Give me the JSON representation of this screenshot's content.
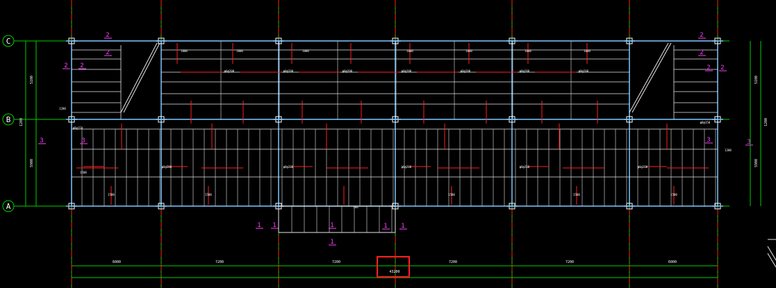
{
  "drawing": {
    "background": "#000000",
    "colors": {
      "grid": "#00d000",
      "axis_red": "#ff2020",
      "beam": "#80c8ff",
      "slab_line": "#e8e8e8",
      "rebar": "#ff2020",
      "label": "#ffffff",
      "section": "#ff40ff",
      "highlight": "#ff2020"
    },
    "axes": {
      "rows": [
        {
          "label": "C"
        },
        {
          "label": "B"
        },
        {
          "label": "A"
        }
      ]
    },
    "dims": {
      "bottom_spans": [
        "6000",
        "7200",
        "7200",
        "7200",
        "7200",
        "6000"
      ],
      "highlight_value": "43200",
      "left": [
        "5100",
        "1200",
        "5900"
      ],
      "right": [
        "5100",
        "1200",
        "5900"
      ]
    },
    "sections": [
      "1",
      "2",
      "3"
    ],
    "slab_marks": [
      "ф8@200",
      "ф8@150",
      "1000",
      "1500",
      "500",
      "1200"
    ]
  }
}
